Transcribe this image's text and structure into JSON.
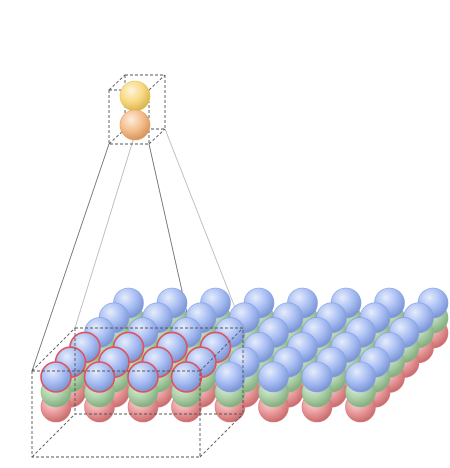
{
  "diagram": {
    "lattice": {
      "columns": 8,
      "rows": 6,
      "layers": 3
    },
    "unit_cell": {
      "atoms": [
        {
          "name": "top-atom",
          "color": "#f6cd5a"
        },
        {
          "name": "bottom-atom",
          "color": "#f2a867"
        }
      ],
      "highlight_columns": 4,
      "highlight_rows": 3
    },
    "colors": {
      "top_layer": "#8aa7ef",
      "middle_layer": "#94c28e",
      "bottom_layer": "#e37a7c",
      "highlight_outline": "#e0525b",
      "dashed_box": "#555555",
      "connector": "#666666"
    }
  }
}
